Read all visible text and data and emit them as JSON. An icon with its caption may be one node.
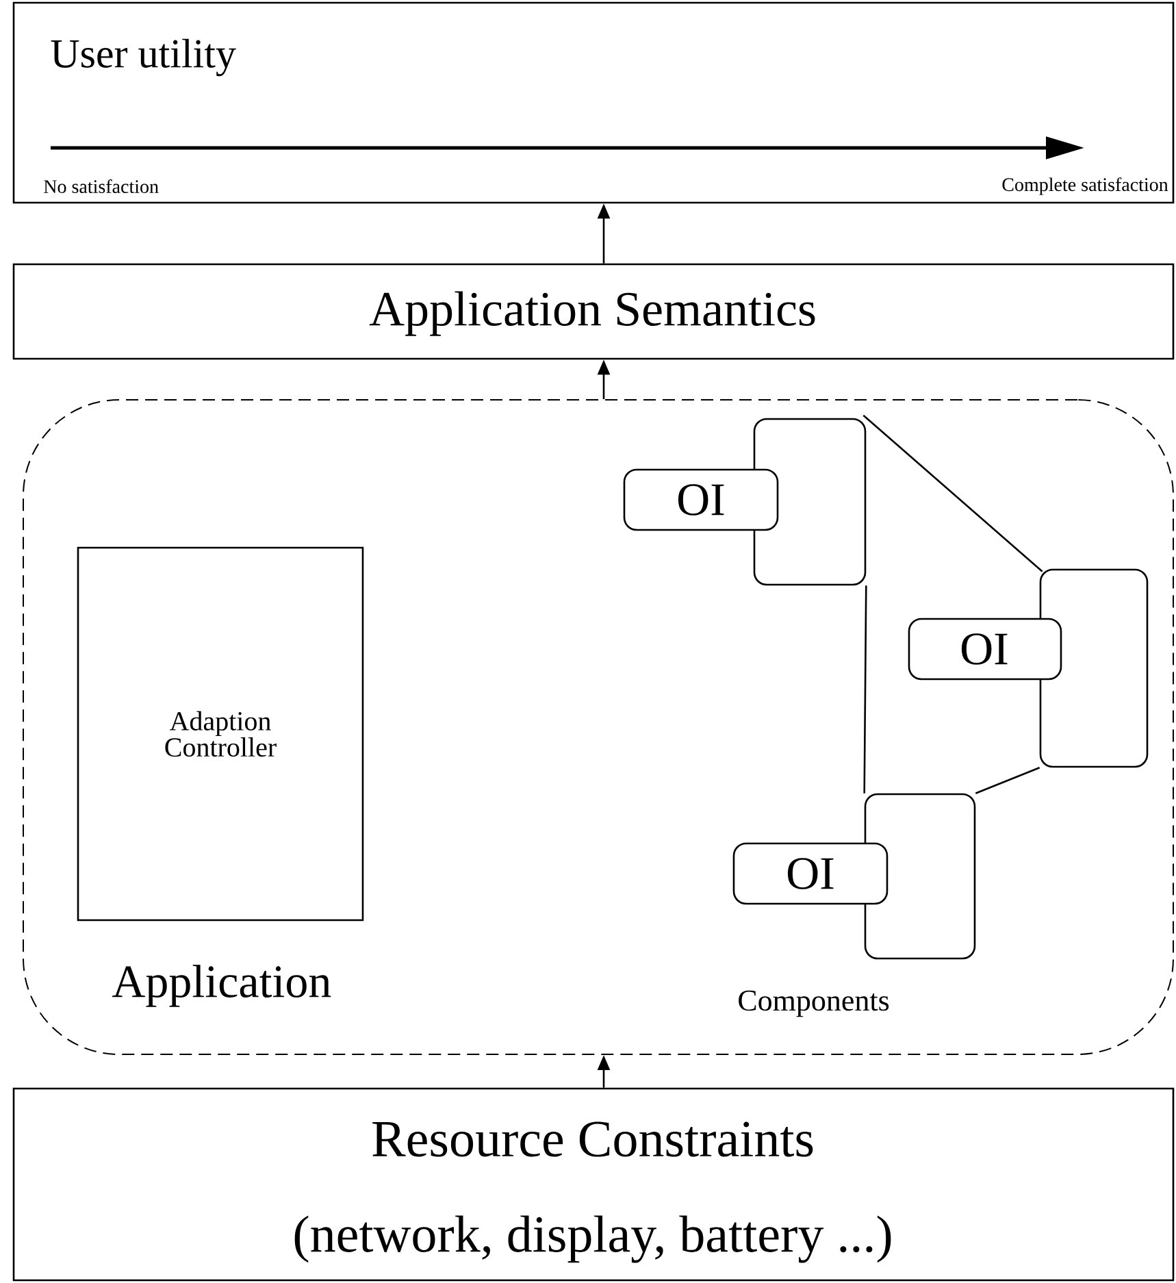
{
  "diagram": {
    "nodes": [
      {
        "text": [
          "User utility",
          "No satisfaction",
          "Complete satisfaction"
        ]
      },
      {
        "text": [
          "Application Semantics"
        ]
      },
      {
        "text": [
          "Application",
          "Components"
        ]
      },
      {
        "text": [
          "Adaption Controller"
        ],
        "in": 2
      },
      {
        "text": [],
        "shape": "box",
        "in": 2
      },
      {
        "text": [],
        "shape": "box",
        "in": 2
      },
      {
        "text": [],
        "shape": "box",
        "in": 2
      },
      {
        "text": [
          "OI"
        ],
        "in": 2
      },
      {
        "text": [
          "OI"
        ],
        "in": 2
      },
      {
        "text": [
          "OI"
        ],
        "in": 2
      },
      {
        "text": [
          "Resource Constraints",
          "(network, display, battery ...)"
        ]
      }
    ],
    "edges": [
      {
        "from": 1,
        "to": 0,
        "arrow": "to"
      },
      {
        "from": 2,
        "to": 1,
        "arrow": "to"
      },
      {
        "from": 10,
        "to": 2,
        "arrow": "to"
      },
      {
        "from": 4,
        "to": 5,
        "arrow": "none"
      },
      {
        "from": 5,
        "to": 6,
        "arrow": "none"
      },
      {
        "from": 4,
        "to": 6,
        "arrow": "none"
      }
    ]
  }
}
